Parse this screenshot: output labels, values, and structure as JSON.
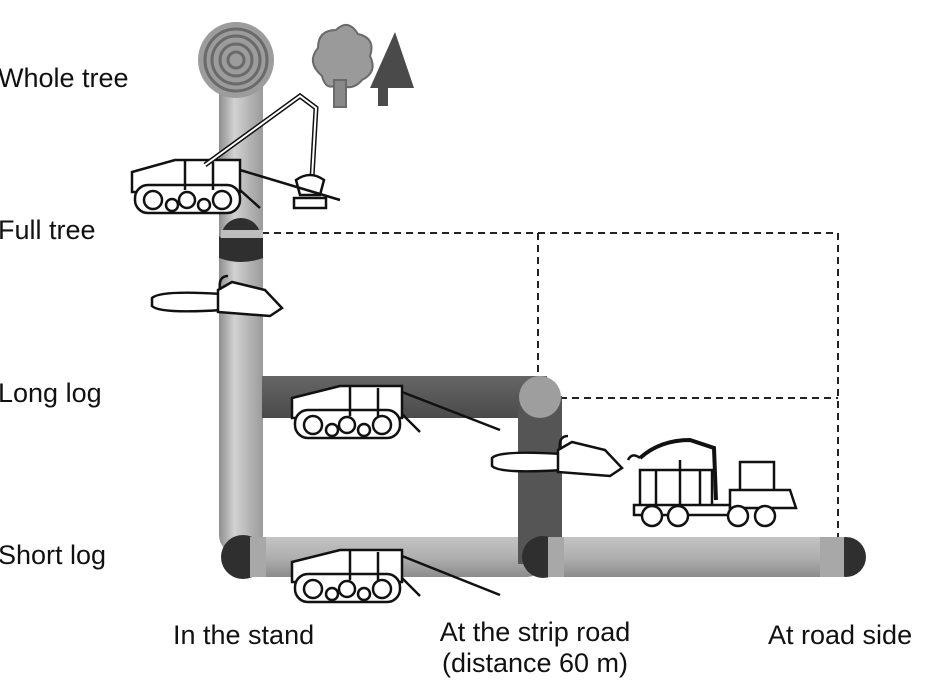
{
  "diagram": {
    "stages": {
      "whole_tree": "Whole tree",
      "full_tree": "Full tree",
      "long_log": "Long log",
      "short_log": "Short log"
    },
    "locations": {
      "stand": "In the stand",
      "strip_road_line1": "At the strip road",
      "strip_road_line2": "(distance 60 m)",
      "road_side": "At road side"
    },
    "icons": [
      "log-end-icon",
      "tree-icon",
      "harvester-icon",
      "chainsaw-icon",
      "forwarder-icon"
    ],
    "colors": {
      "light_pipe": "#b5b5b5",
      "dark_pipe": "#5a5a5a",
      "joint": "#2f2f2f",
      "dashed": "#222222"
    }
  }
}
